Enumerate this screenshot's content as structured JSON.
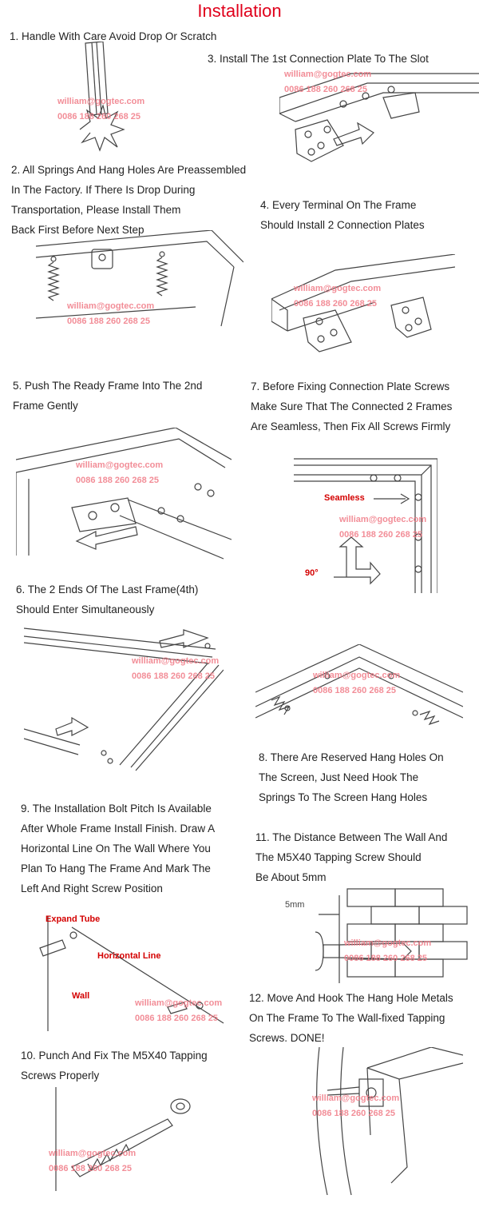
{
  "title": "Installation",
  "watermark": {
    "email": "william@gogtec.com",
    "phone": "0086 188 260 268 25"
  },
  "steps": {
    "s1": "1. Handle With Care Avoid Drop Or Scratch",
    "s3": "3. Install The 1st Connection Plate To The Slot",
    "s2": "2. All Springs And Hang Holes Are Preassembled\nIn The Factory. If There Is Drop During\nTransportation, Please Install Them\nBack First Before Next Step",
    "s4": "4. Every Terminal On The Frame\nShould Install 2 Connection Plates",
    "s5": "5. Push The Ready Frame Into The 2nd\nFrame Gently",
    "s7": "7. Before Fixing Connection Plate Screws\nMake Sure That The Connected 2 Frames\nAre Seamless, Then Fix All Screws Firmly",
    "s6": "6. The 2 Ends Of The Last Frame(4th)\nShould Enter Simultaneously",
    "s8": "8. There Are Reserved Hang Holes On\nThe Screen, Just Need Hook The\nSprings To The Screen Hang Holes",
    "s9": "9. The Installation Bolt Pitch Is Available\nAfter Whole Frame Install Finish. Draw A\nHorizontal Line On The Wall Where You\nPlan To Hang The Frame And Mark The\nLeft And Right Screw Position",
    "s11": "11. The Distance Between The Wall And\nThe M5X40 Tapping Screw Should\nBe About 5mm",
    "s12": "12. Move And Hook The Hang Hole Metals\nOn The Frame To The Wall-fixed Tapping\nScrews. DONE!",
    "s10": "10. Punch And Fix The M5X40 Tapping\nScrews Properly"
  },
  "labels": {
    "seamless": "Seamless",
    "angle": "90°",
    "expand_tube": "Expand Tube",
    "horizontal_line": "Horizontal Line",
    "wall": "Wall",
    "five_mm": "5mm"
  },
  "colors": {
    "title": "#e0001b",
    "watermark": "#f07a86",
    "label": "#d40000"
  }
}
